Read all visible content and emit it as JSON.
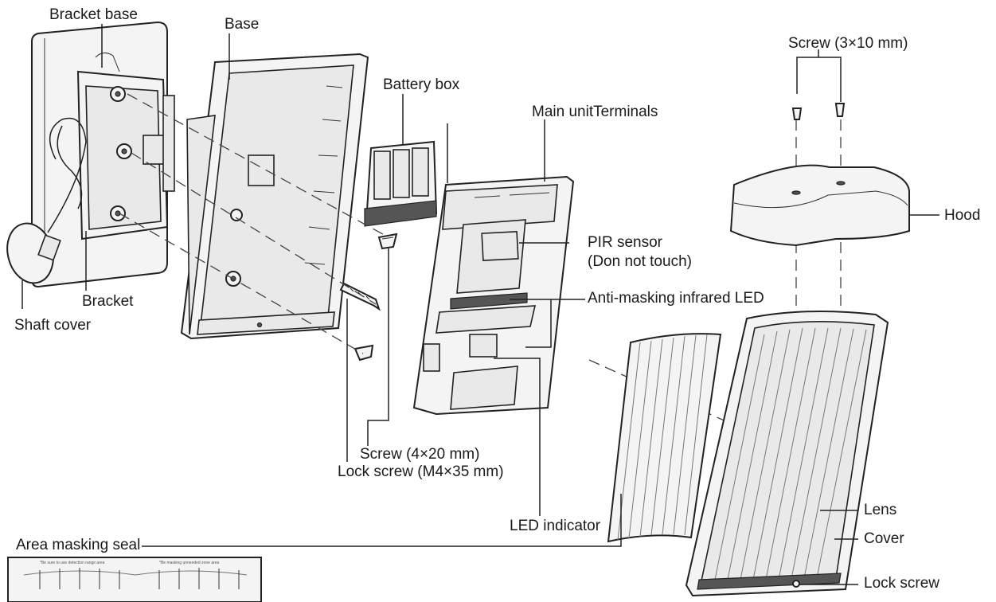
{
  "labels": {
    "bracket_base": "Bracket base",
    "base": "Base",
    "battery_box": "Battery box",
    "main_unit_terminals": "Main unitTerminals",
    "screw_3x10": "Screw (3×10 mm)",
    "hood": "Hood",
    "pir_sensor_line1": "PIR sensor",
    "pir_sensor_line2": "(Don not touch)",
    "anti_masking_led": "Anti-masking infrared LED",
    "bracket": "Bracket",
    "shaft_cover": "Shaft cover",
    "screw_4x20": "Screw (4×20 mm)",
    "lock_screw_m4x35": "Lock screw (M4×35 mm)",
    "led_indicator": "LED indicator",
    "lens": "Lens",
    "cover": "Cover",
    "lock_screw": "Lock screw",
    "area_masking_seal": "Area masking seal"
  },
  "seal_text": {
    "left_caption": "*Be sure to use detection range area",
    "right_caption": "*Be masking unneeded zone area"
  },
  "colors": {
    "line": "#222222",
    "fill": "#f4f4f4",
    "text": "#1a1a1a"
  }
}
